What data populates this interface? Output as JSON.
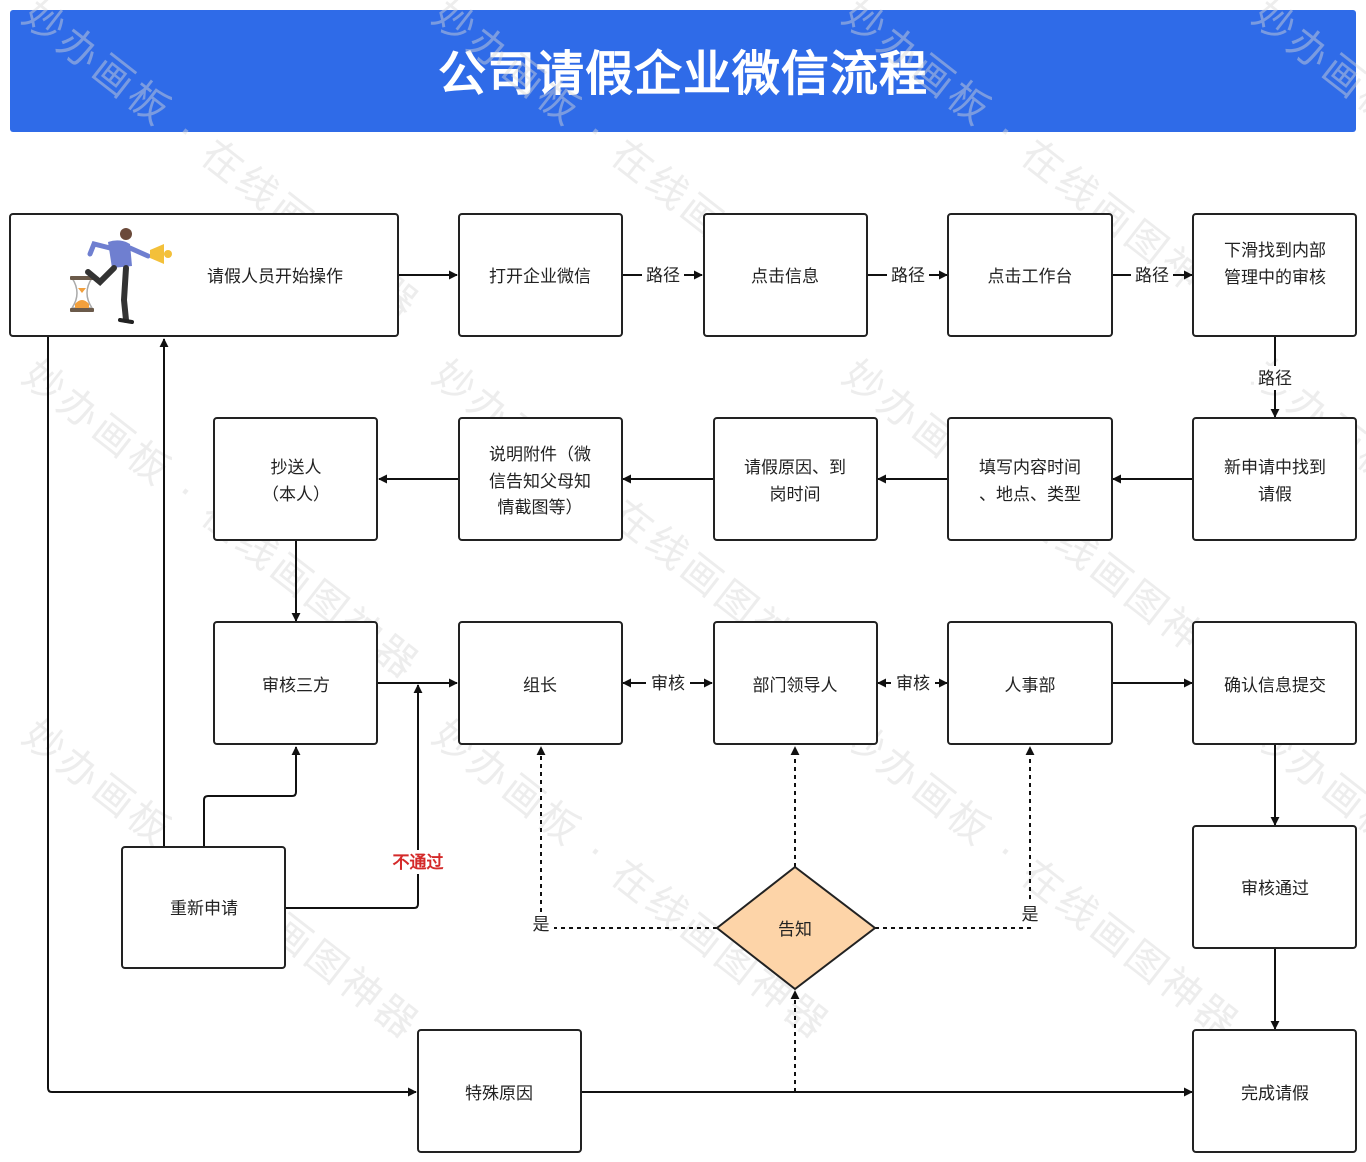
{
  "title": "公司请假企业微信流程",
  "watermark": "妙办画板 · 在线画图神器",
  "colors": {
    "banner": "#2f6be8",
    "decision_fill": "#fdd4a8"
  },
  "nodes": {
    "start": "请假人员开始操作",
    "open_wecom": "打开企业微信",
    "click_message": "点击信息",
    "click_workbench": "点击工作台",
    "scroll_approval": [
      "下滑找到内部",
      "管理中的审核"
    ],
    "find_leave": [
      "新申请中找到",
      "请假"
    ],
    "fill_content": [
      "填写内容时间",
      "、地点、类型"
    ],
    "leave_reason": [
      "请假原因、到",
      "岗时间"
    ],
    "attachment": [
      "说明附件（微",
      "信告知父母知",
      "情截图等）"
    ],
    "cc": [
      "抄送人",
      "（本人）"
    ],
    "review_parties": "审核三方",
    "team_leader": "组长",
    "dept_leader": "部门领导人",
    "hr": "人事部",
    "confirm_submit": "确认信息提交",
    "approved": "审核通过",
    "reapply": "重新申请",
    "special_reason": "特殊原因",
    "complete": "完成请假",
    "notify": "告知"
  },
  "edge_labels": {
    "path": "路径",
    "review": "审核",
    "rejected": "不通过",
    "yes": "是"
  }
}
